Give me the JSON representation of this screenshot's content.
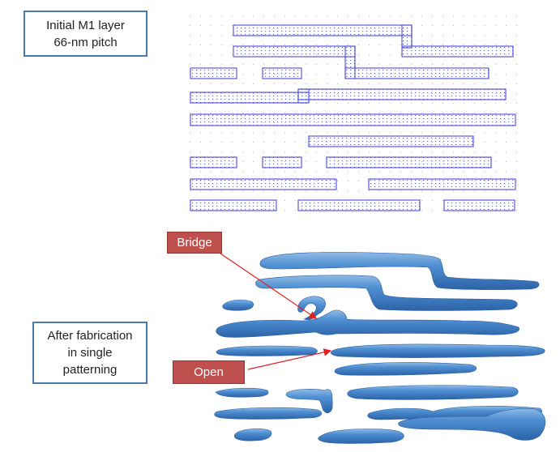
{
  "labels": {
    "initial_line1": "Initial M1 layer",
    "initial_line2": "66-nm pitch",
    "after_line1": "After fabrication",
    "after_line2": "in single",
    "after_line3": "patterning",
    "bridge": "Bridge",
    "open": "Open"
  },
  "colors": {
    "layout_outline": "#4b4bd8",
    "grid_dot": "#b5b5c8",
    "metal_fill": "#3f7fc6",
    "metal_highlight": "#8fbbe6",
    "callout_fill": "#c0504d",
    "arrow": "#e02020",
    "box_border": "#4a7ab0"
  }
}
